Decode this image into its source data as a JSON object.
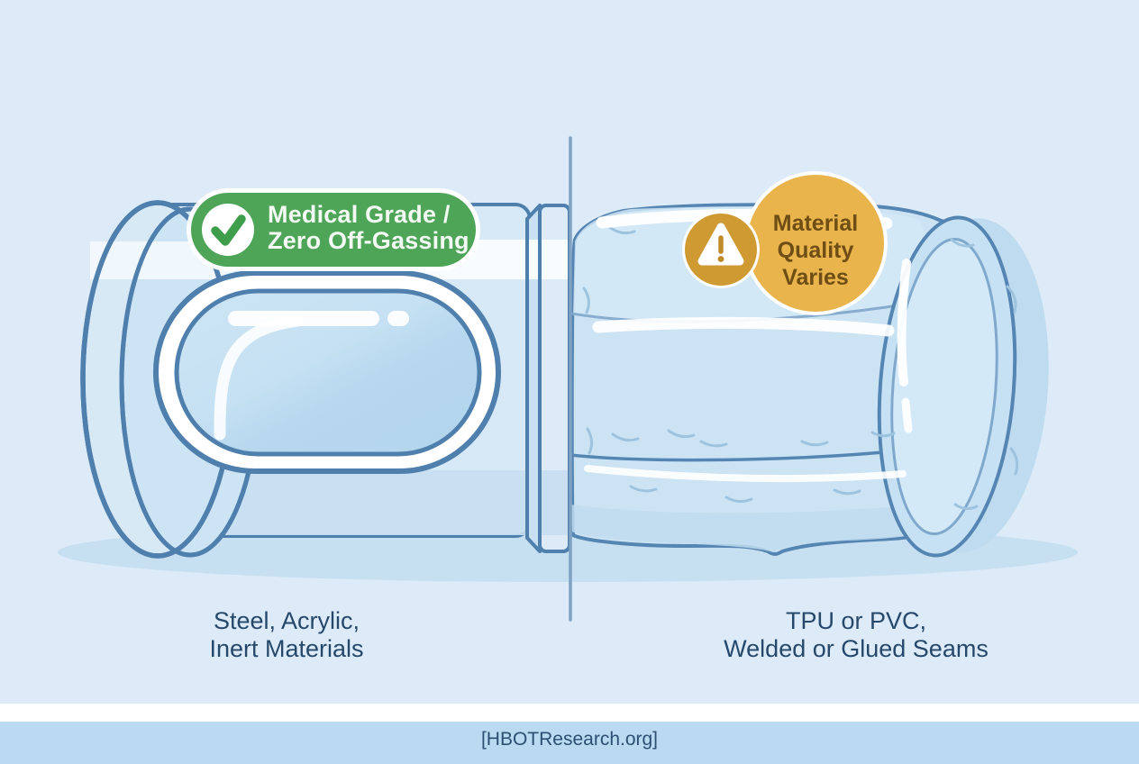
{
  "panels": {
    "left": {
      "badge": {
        "label": "Medical Grade /\nZero Off-Gassing",
        "icon": "checkmark"
      },
      "caption": "Steel, Acrylic,\nInert Materials",
      "chamber_type": "hard-shell-chamber"
    },
    "right": {
      "badge": {
        "label": "Material\nQuality\nVaries",
        "icon": "warning-triangle"
      },
      "caption": "TPU or PVC,\nWelded or Glued Seams",
      "chamber_type": "soft-inflatable-chamber"
    }
  },
  "footer": {
    "text": "[HBOTResearch.org]"
  },
  "colors": {
    "background": "#DCEBF7",
    "footer_band": "#B9DAF0",
    "approved_green": "#4EA558",
    "check_green": "#3F9E4B",
    "warning_yellow": "#E9B44C",
    "warning_icon_circle": "#D09A33",
    "outline_blue": "#4E7FAD",
    "soft_outline_blue": "#5585B2",
    "label_text": "#26486B",
    "shadow_blue": "#C6DFF1"
  }
}
